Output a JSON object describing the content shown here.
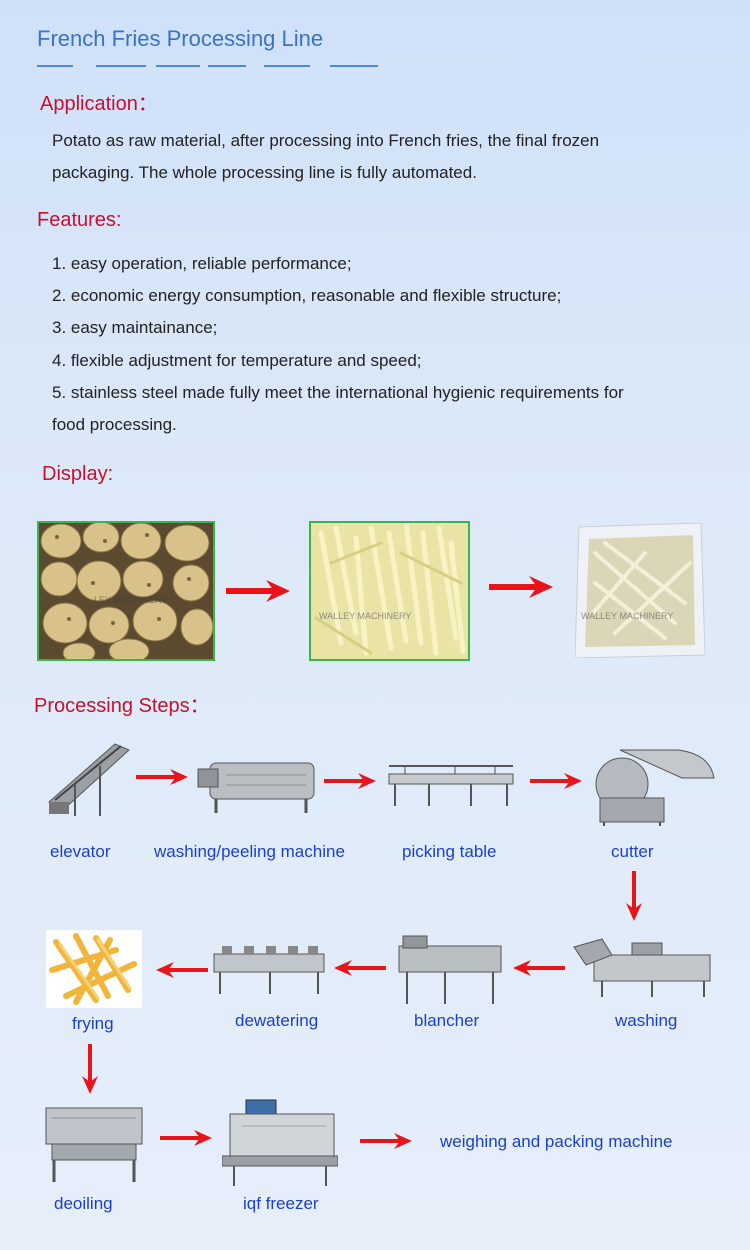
{
  "title": "French Fries Processing Line",
  "application": {
    "heading": "Application：",
    "lines": [
      "Potato as raw material, after processing into French fries, the final frozen",
      "packaging. The whole processing line is fully automated."
    ]
  },
  "features": {
    "heading": "Features:",
    "lines": [
      "1. easy operation, reliable performance;",
      "2. economic energy consumption, reasonable and flexible structure;",
      "3. easy maintainance;",
      "4. flexible adjustment for temperature and speed;",
      "5. stainless steel made fully meet the international hygienic requirements for",
      "food processing."
    ]
  },
  "display": {
    "heading": "Display:",
    "watermark": "WALLEY MACHINERY"
  },
  "steps": {
    "heading": "Processing Steps：",
    "labels": {
      "elevator": "elevator",
      "washing_peeling": "washing/peeling machine",
      "picking_table": "picking table",
      "cutter": "cutter",
      "washing": "washing",
      "blancher": "blancher",
      "dewatering": "dewatering",
      "frying": "frying",
      "deoiling": "deoiling",
      "iqf_freezer": "iqf freezer",
      "weighing_packing": "weighing and packing machine"
    }
  },
  "colors": {
    "accent": "#3a72c8",
    "heading": "#c8102e",
    "step": "#1a3fcf",
    "arrow": "#e8141a",
    "frame": "#3bb54a"
  }
}
